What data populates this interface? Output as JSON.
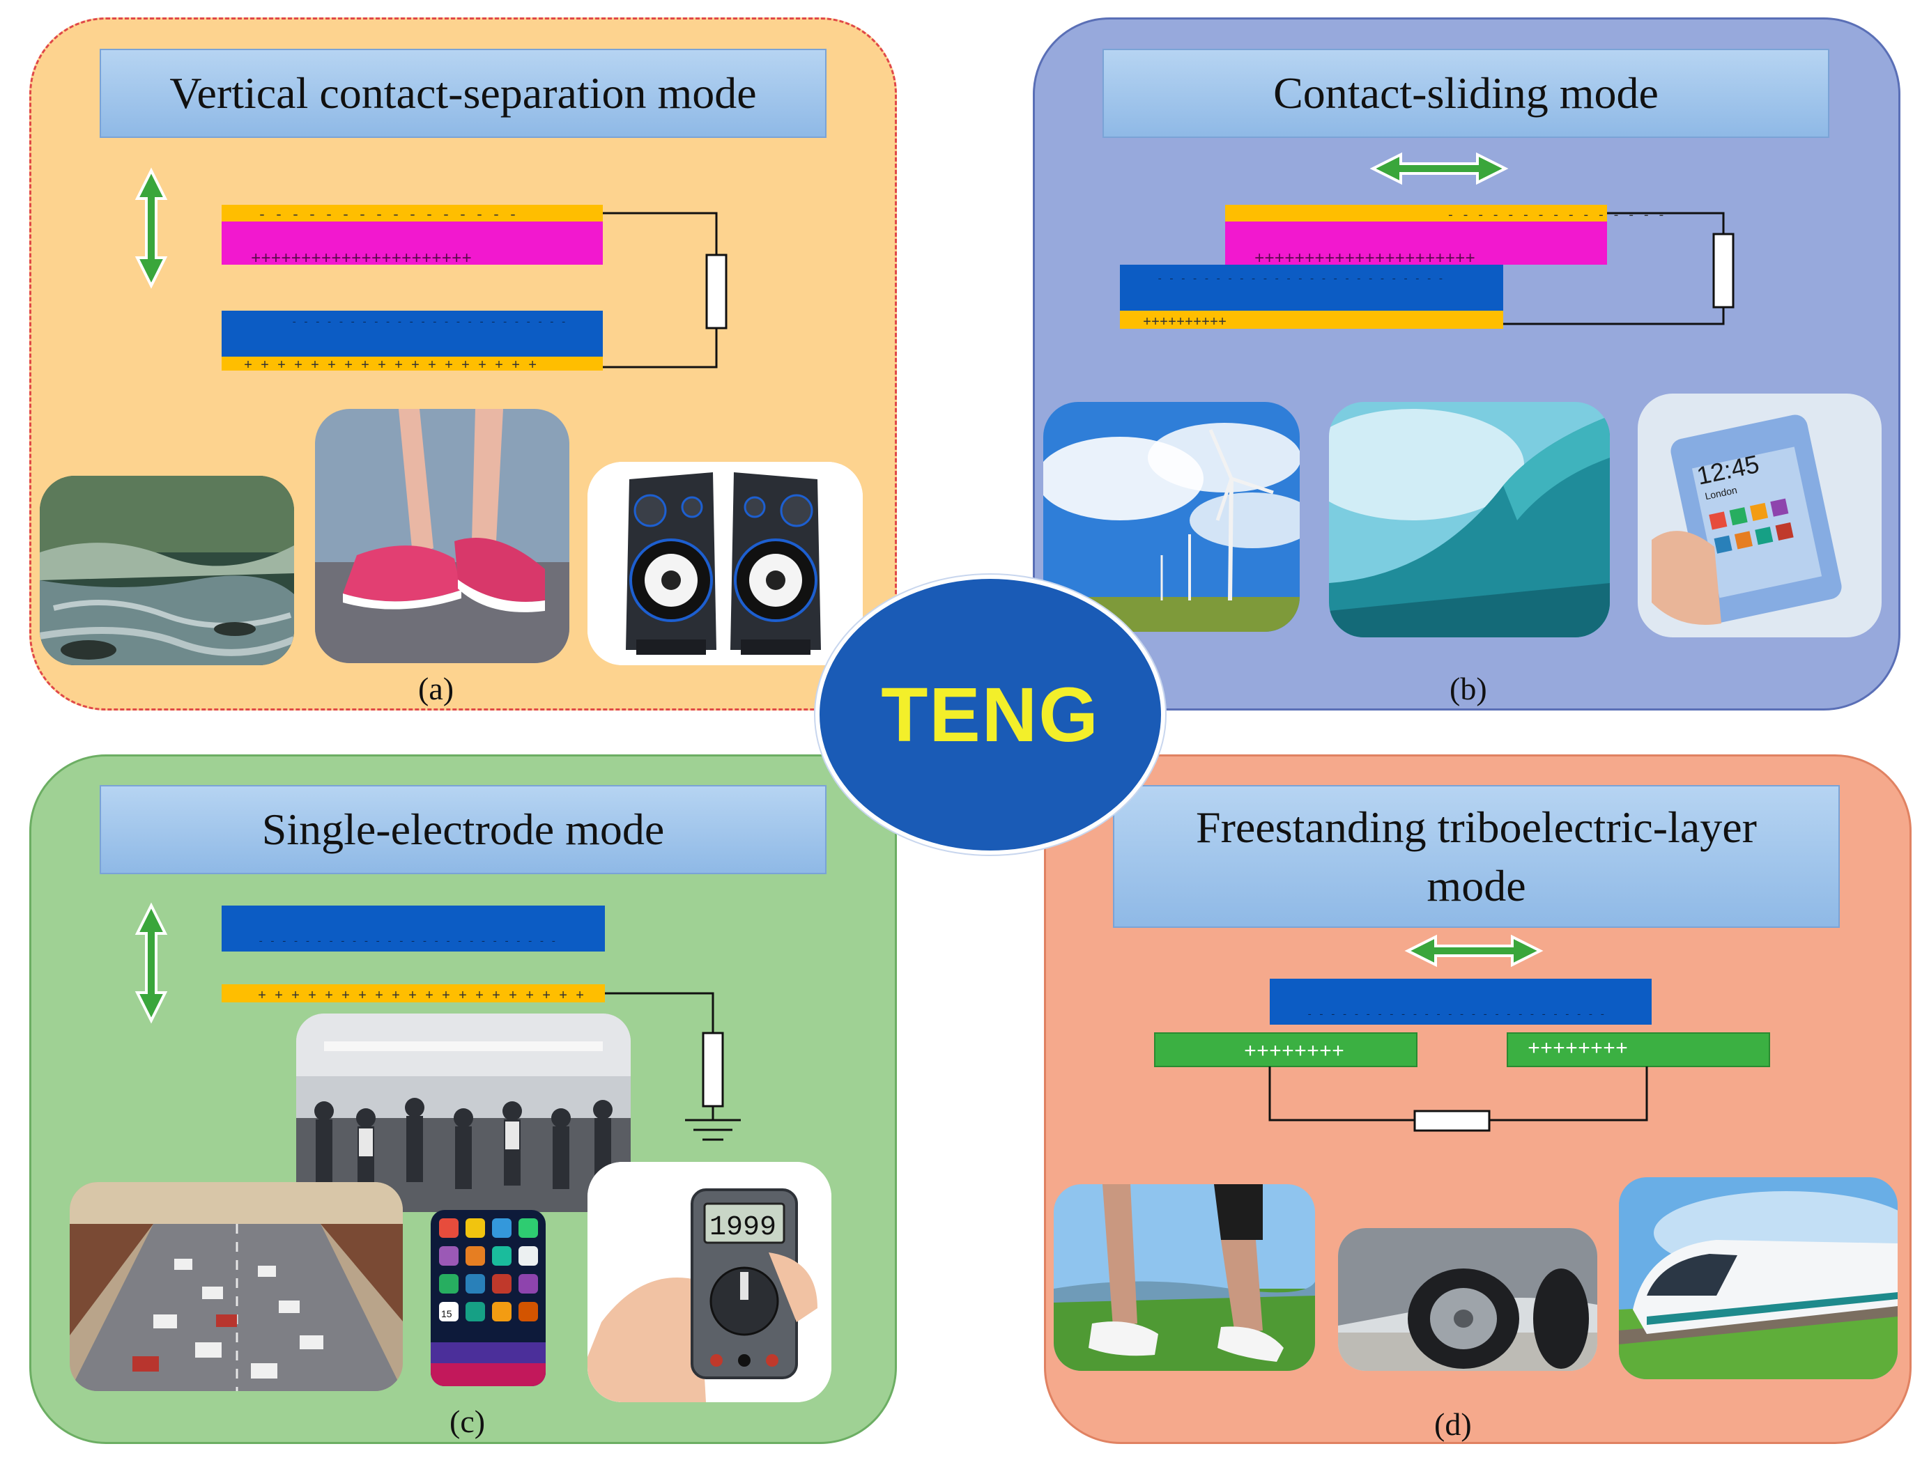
{
  "center": {
    "label": "TENG"
  },
  "panel_a": {
    "title": "Vertical contact-separation mode",
    "caption": "(a)",
    "upper_charges": "- - - - - - - - - - - - - - - -",
    "plus_charges_1": "++++++++++++++++++++++",
    "minus_charges_2": "- - - - - - - - - - - - - - - - - - - - - - - -",
    "plus_charges_2": "+ + + + + + + + + + + + + + + + + +",
    "photos": [
      "river-stream-photo",
      "running-shoes-photo",
      "speakers-photo"
    ]
  },
  "panel_b": {
    "title": "Contact-sliding mode",
    "caption": "(b)",
    "minus_charges_1": "- - - - - - - - - - - - - - -",
    "plus_charges_1": "++++++++++++++++++++++",
    "minus_charges_2": "- - - - - - - - - - - - - - - - - - - - - - - - -",
    "plus_charges_2": "++++++++++",
    "photos": [
      "wind-turbines-photo",
      "ocean-wave-photo",
      "smartphone-photo"
    ]
  },
  "panel_c": {
    "title": "Single-electrode mode",
    "caption": "(c)",
    "minus_charges": "- - - - - - - - - - - - - - - - - - - - - - - - - -",
    "plus_charges": "+ + + + + + + + + + + + + + + + + + + +",
    "photos": [
      "subway-crowd-photo",
      "highway-traffic-photo",
      "phone-screen-photo",
      "multimeter-photo"
    ],
    "multimeter_reading": "1999",
    "phone_number": "15"
  },
  "panel_d": {
    "title": "Freestanding triboelectric-layer mode",
    "caption": "(d)",
    "minus_charges": "- - - - - - - - - - - - - - - - - - - - - - - - - -",
    "plus_left": "++++++++",
    "plus_right": "++++++++",
    "photos": [
      "running-legs-photo",
      "car-tire-photo",
      "high-speed-train-photo"
    ]
  },
  "phone_b": {
    "time": "12:45",
    "city": "London"
  },
  "colors": {
    "panel_a": "#fdd38f",
    "panel_b": "#97a9dc",
    "panel_c": "#9fd194",
    "panel_d": "#f5a98c",
    "magenta": "#f218cf",
    "blue": "#0c5cc4",
    "gold": "#ffbe00",
    "green_electrode": "#3bb042",
    "teng_text": "#f3ef2a"
  }
}
